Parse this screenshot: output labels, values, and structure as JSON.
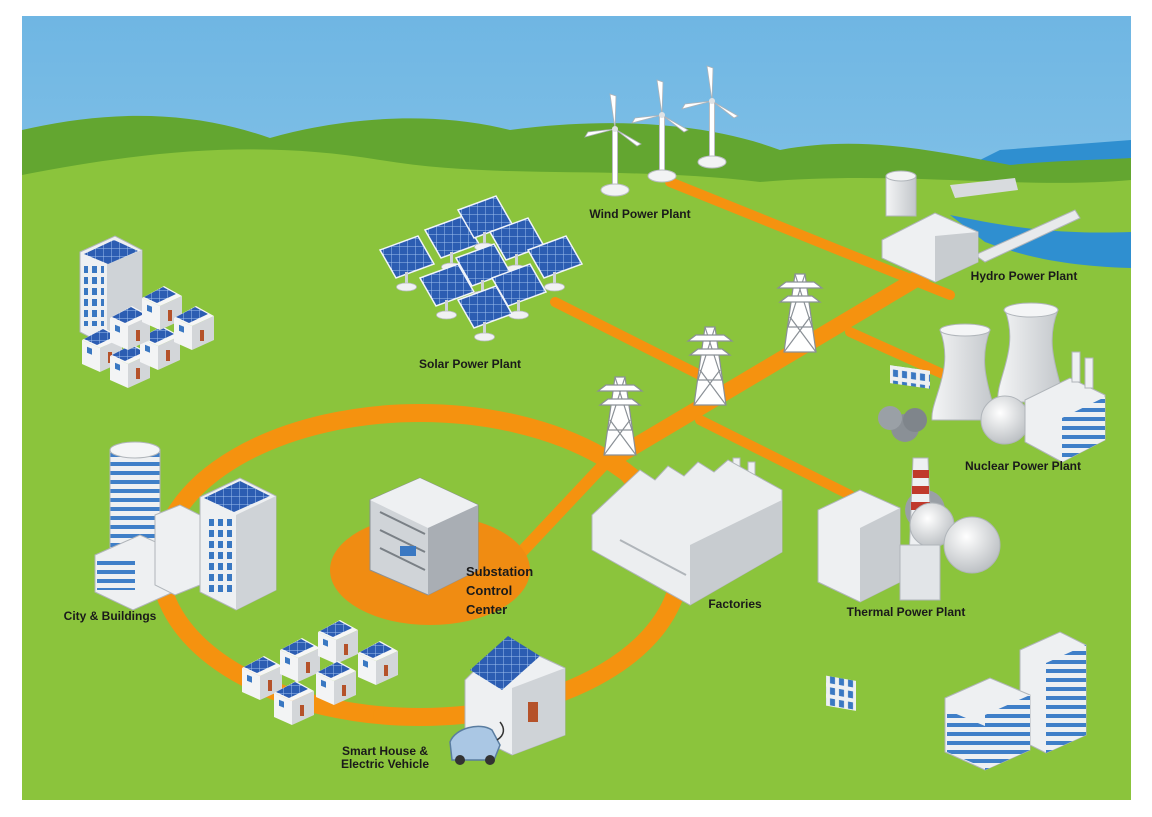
{
  "labels": {
    "wind": "Wind Power Plant",
    "hydro": "Hydro Power Plant",
    "solar": "Solar Power Plant",
    "nuclear": "Nuclear Power Plant",
    "thermal": "Thermal Power Plant",
    "city": "City & Buildings",
    "factories": "Factories",
    "substation": [
      "Substation",
      "Control",
      "Center"
    ],
    "smart_house": [
      "Smart House &",
      "Electric Vehicle"
    ]
  },
  "colors": {
    "sky_top": "#79bde6",
    "sky_bottom": "#b4e0f2",
    "grass": "#8bc43c",
    "hill_dark": "#63a630",
    "power_line": "#f5920f",
    "substation_pad": "#f08c12",
    "water": "#2f8fd0",
    "solar_panel": "#2d5fb5",
    "building": "#e6e8ea",
    "building_shade": "#c4c8cc",
    "window_blue": "#3a78c2",
    "roof_red": "#c0392b"
  }
}
